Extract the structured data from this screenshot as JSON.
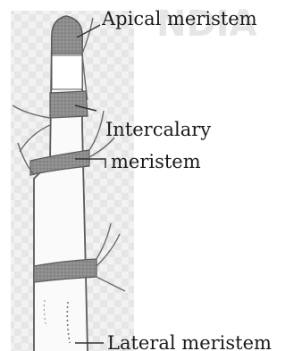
{
  "labels": {
    "apical": "Apical meristem",
    "intercalary_line1": "Intercalary",
    "intercalary_line2": "meristem",
    "lateral": "Lateral meristem"
  },
  "watermark": "NDIA",
  "colors": {
    "meristem_fill": "#8c8c8c",
    "checker_light": "#f2f2f2",
    "checker_dark": "#e6e6e6",
    "stem_outline": "#5a5a5a",
    "label_text": "#1a1a1a"
  }
}
